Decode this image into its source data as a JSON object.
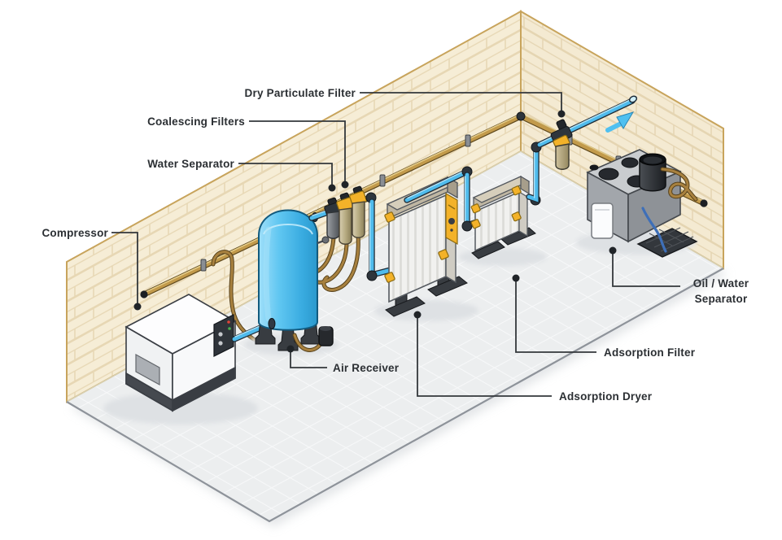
{
  "diagram": {
    "type": "isometric-equipment-room",
    "subject": "Compressed air treatment system",
    "labels": {
      "compressor": "Compressor",
      "air_receiver": "Air Receiver",
      "water_separator": "Water Separator",
      "coalescing_filters": "Coalescing Filters",
      "dry_particulate_filter": "Dry Particulate Filter",
      "adsorption_dryer": "Adsorption Dryer",
      "adsorption_filter": "Adsorption Filter",
      "oil_water_line1": "Oil / Water",
      "oil_water_line2": "Separator"
    },
    "equipment_flow_order": [
      {
        "id": "compressor",
        "label": "Compressor"
      },
      {
        "id": "air-receiver",
        "label": "Air Receiver"
      },
      {
        "id": "water-separator",
        "label": "Water Separator"
      },
      {
        "id": "coalescing-filters",
        "label": "Coalescing Filters"
      },
      {
        "id": "adsorption-dryer",
        "label": "Adsorption Dryer"
      },
      {
        "id": "adsorption-filter",
        "label": "Adsorption Filter"
      },
      {
        "id": "dry-particulate-filter",
        "label": "Dry Particulate Filter"
      },
      {
        "id": "oil-water-separator",
        "label": "Oil / Water Separator"
      }
    ],
    "icons": {
      "flow_arrow": "arrow-up-right"
    },
    "colors": {
      "wall_cream": "#F6EDD6",
      "wall_edge": "#C8A45C",
      "floor_gray": "#ECEEEF",
      "pipe_blue": "#4FBBEC",
      "pipe_gold": "#C29A4B",
      "tank_blue": "#5FC6F1",
      "accent_yellow": "#F3B229",
      "hose_tan": "#A8813F",
      "label_text": "#2B2F33"
    }
  }
}
